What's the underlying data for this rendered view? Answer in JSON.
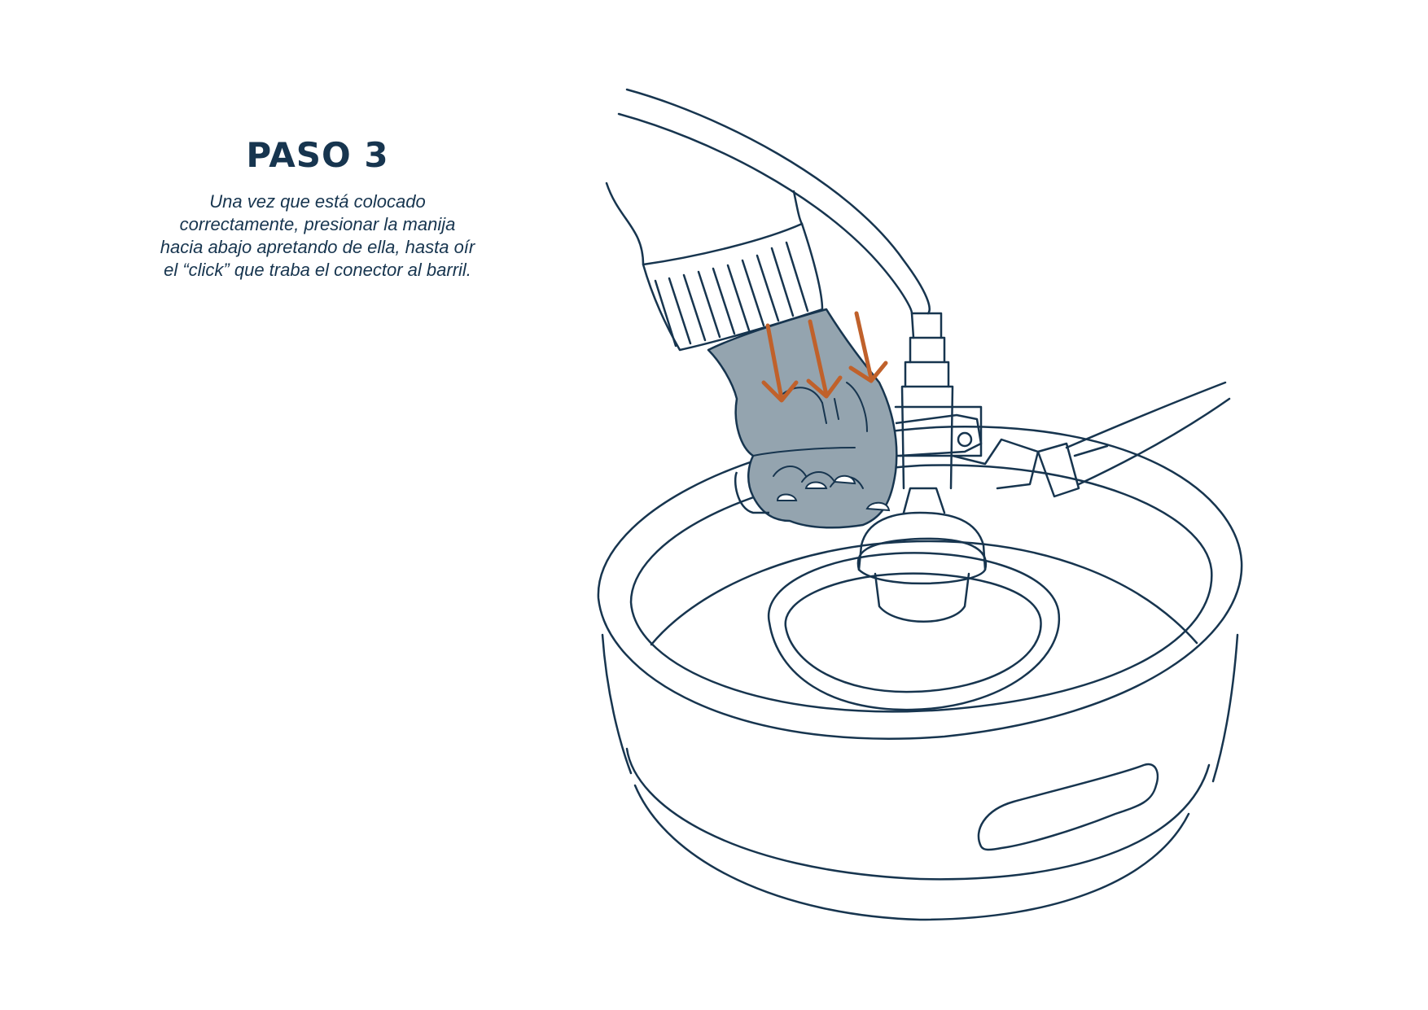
{
  "step": {
    "title": "PASO 3",
    "lines": [
      "Una vez que está colocado",
      "correctamente, presionar la manija",
      "hacia abajo apretando de ella, hasta oír",
      "el “click” que traba el conector al barril."
    ]
  },
  "colors": {
    "ink": "#17354f",
    "glove": "#94a4af",
    "arrow": "#c0612b",
    "background": "#ffffff"
  },
  "illustration": {
    "subject": "hand-pressing-keg-coupler-handle",
    "icons": [
      "down-arrow-icon"
    ]
  }
}
